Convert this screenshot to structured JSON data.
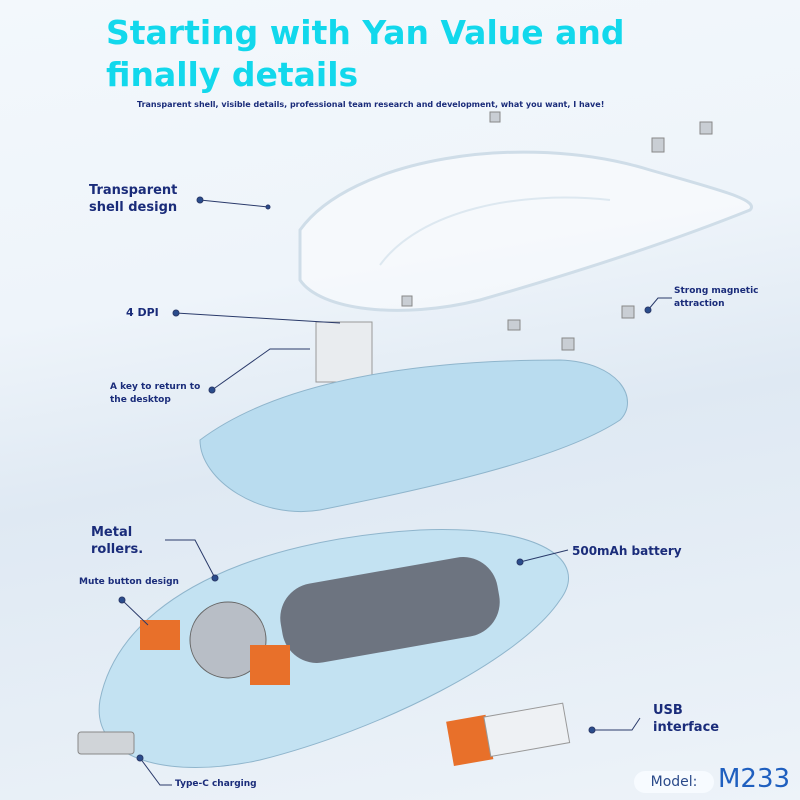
{
  "title": "Starting with Yan Value and finally details",
  "subtitle": "Transparent shell, visible details, professional team research and development, what you want, I have!",
  "labels": {
    "shell": "Transparent shell design",
    "dpi": "4 DPI",
    "key": "A key to return to the desktop",
    "magnetic": "Strong magnetic attraction",
    "rollers": "Metal rollers.",
    "mute": "Mute button design",
    "battery": "500mAh battery",
    "usb": "USB interface",
    "typec": "Type-C charging"
  },
  "model": {
    "label": "Model:",
    "value": "M233"
  },
  "colors": {
    "title": "#12d8ec",
    "label": "#1a2c7a",
    "shell": "#bcdcef",
    "accent": "#e8702a"
  }
}
